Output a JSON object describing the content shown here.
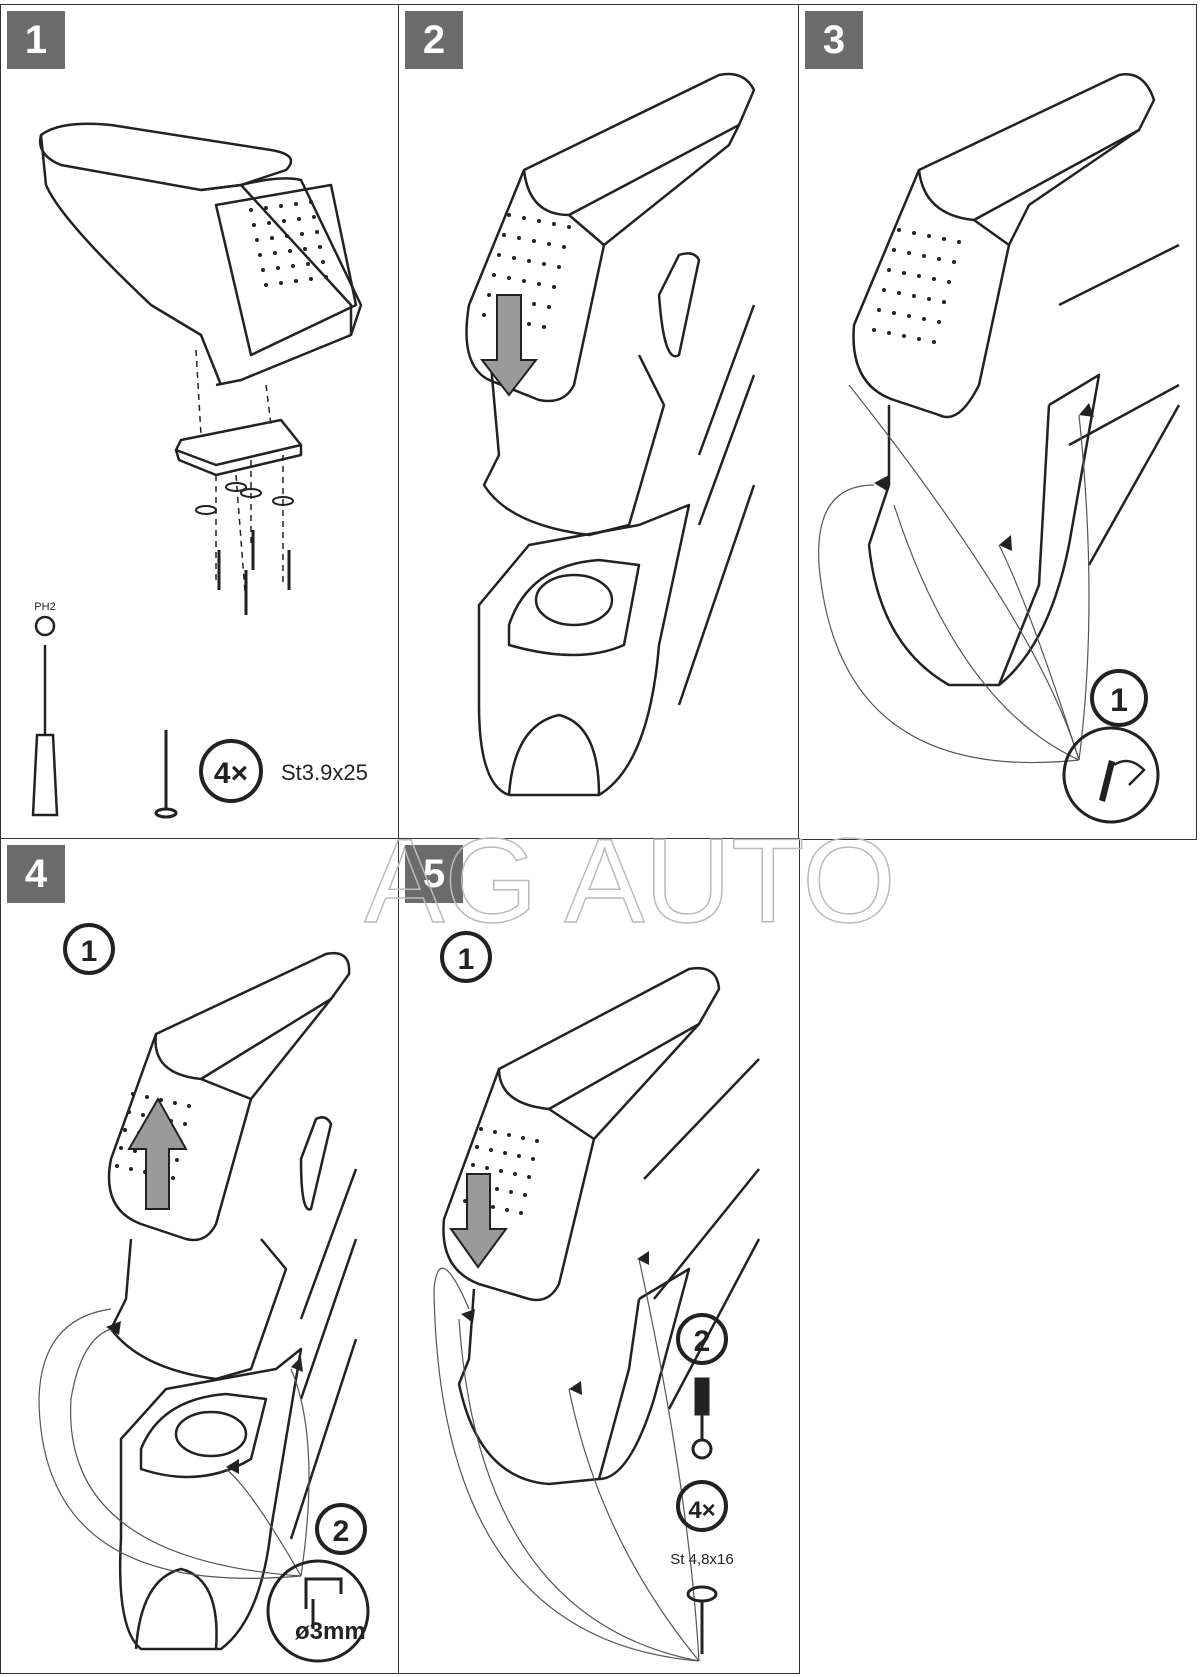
{
  "steps": [
    {
      "number": "1",
      "tool_label": "PH2",
      "qty": "4×",
      "screw_spec": "St3.9x25"
    },
    {
      "number": "2"
    },
    {
      "number": "3",
      "sub_step": "1"
    },
    {
      "number": "4",
      "sub_step_a": "1",
      "sub_step_b": "2",
      "drill_spec": "3mm"
    },
    {
      "number": "5",
      "sub_step_a": "1",
      "sub_step_b": "2",
      "qty": "4×",
      "screw_spec": "St 4,8x16"
    }
  ],
  "watermark": "AG AUTO",
  "colors": {
    "badge": "#6b6b6b",
    "line": "#222222",
    "arrow_fill": "#9a9a9a"
  }
}
